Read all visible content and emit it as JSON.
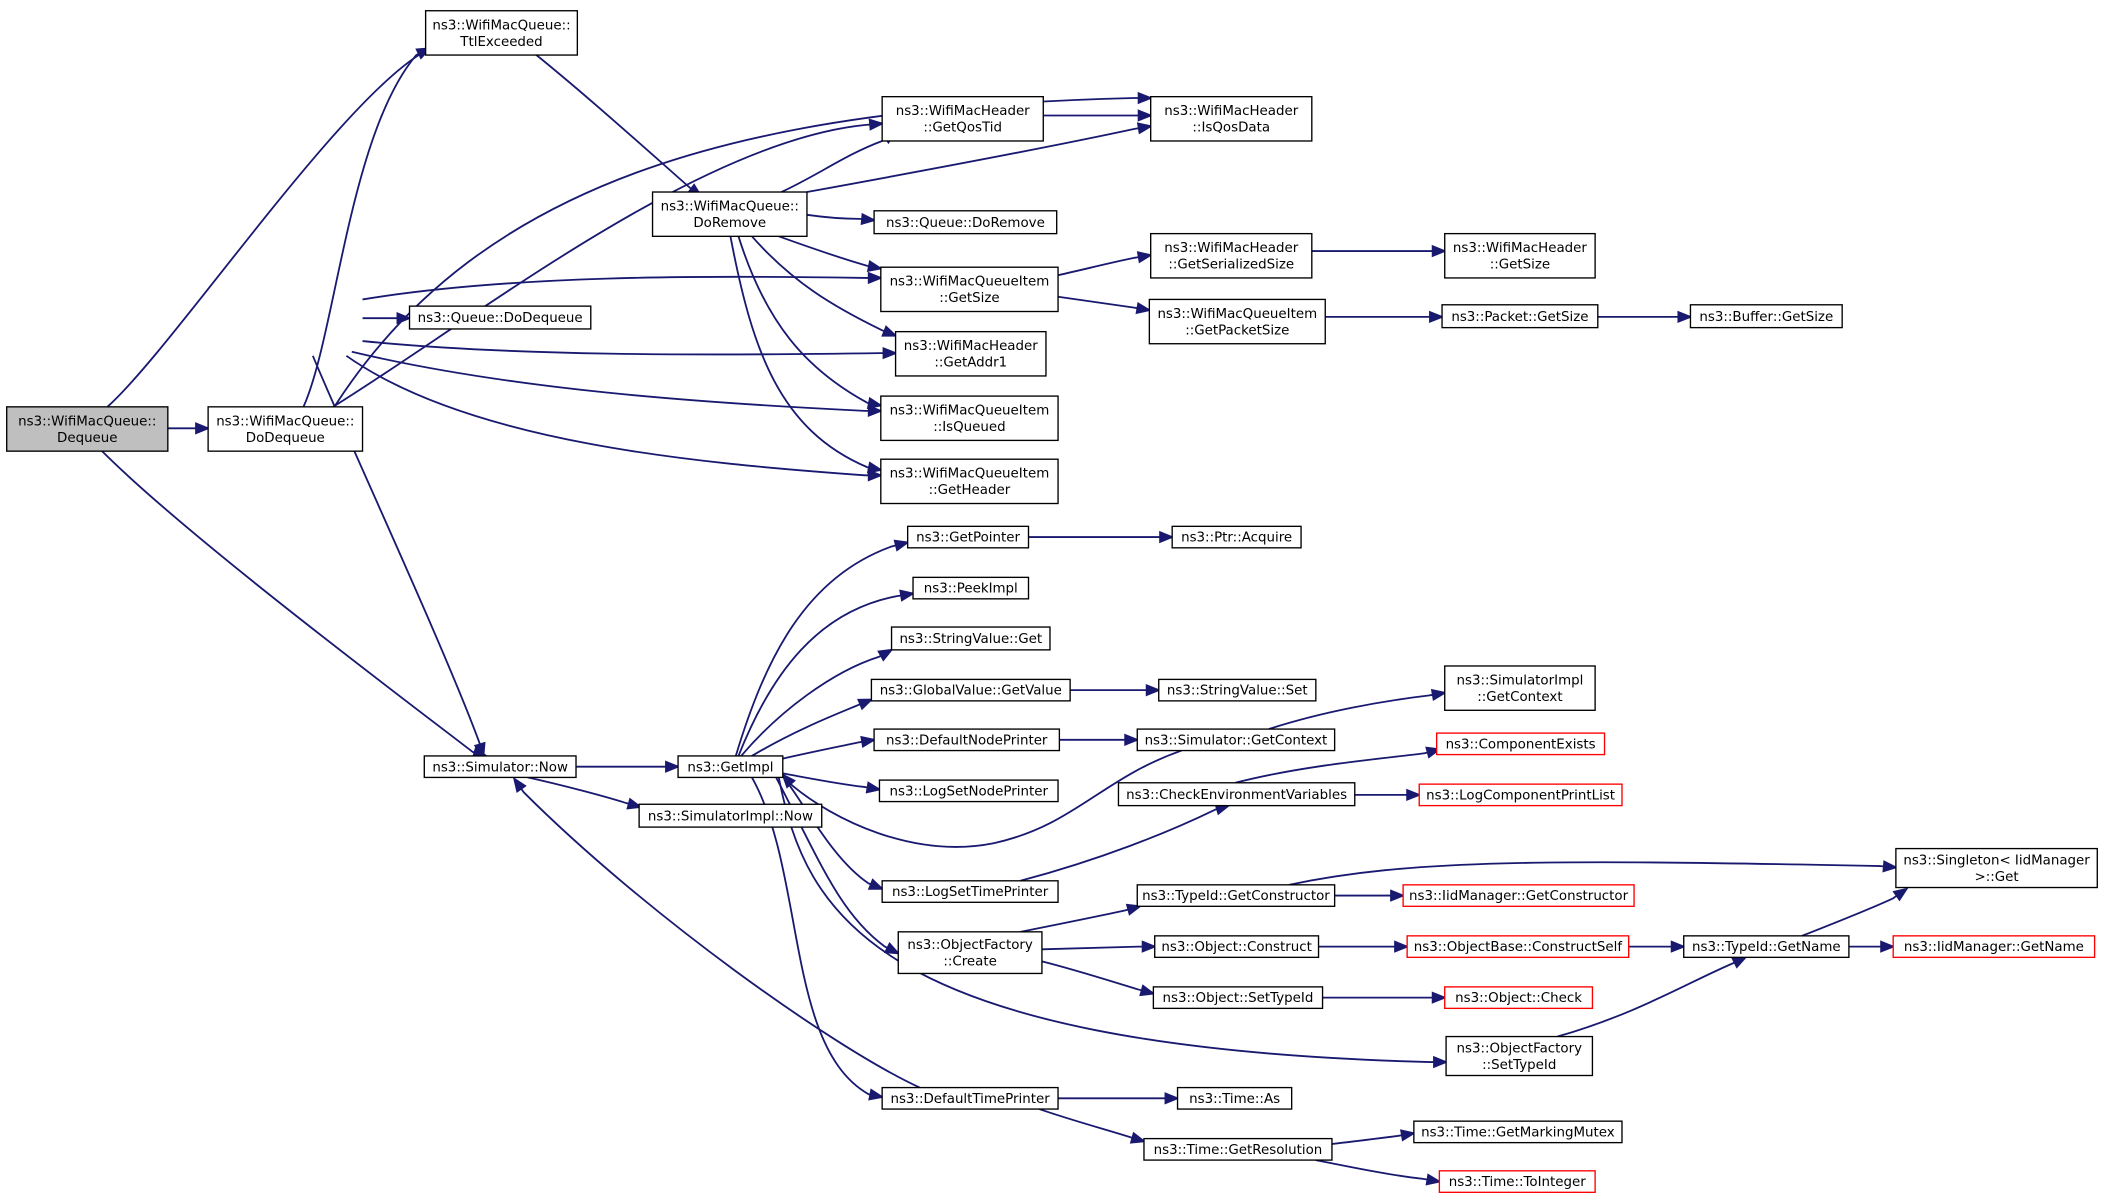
{
  "diagram": {
    "title": "Call graph",
    "nodes": [
      {
        "id": "n0",
        "lines": [
          "ns3::WifiMacQueue::",
          "Dequeue"
        ],
        "root": true
      },
      {
        "id": "n1",
        "lines": [
          "ns3::WifiMacQueue::",
          "DoDequeue"
        ]
      },
      {
        "id": "n2",
        "lines": [
          "ns3::WifiMacQueue::",
          "TtlExceeded"
        ]
      },
      {
        "id": "n3",
        "lines": [
          "ns3::Simulator::Now"
        ]
      },
      {
        "id": "n4",
        "lines": [
          "ns3::WifiMacQueue::",
          "DoRemove"
        ]
      },
      {
        "id": "n5",
        "lines": [
          "ns3::WifiMacHeader",
          "::GetQosTid"
        ]
      },
      {
        "id": "n6",
        "lines": [
          "ns3::WifiMacHeader",
          "::IsQosData"
        ]
      },
      {
        "id": "n7",
        "lines": [
          "ns3::Queue::DoRemove"
        ]
      },
      {
        "id": "n8",
        "lines": [
          "ns3::WifiMacQueueItem",
          "::GetSize"
        ]
      },
      {
        "id": "n9",
        "lines": [
          "ns3::WifiMacHeader",
          "::GetSerializedSize"
        ]
      },
      {
        "id": "n10",
        "lines": [
          "ns3::WifiMacHeader",
          "::GetSize"
        ]
      },
      {
        "id": "n11",
        "lines": [
          "ns3::WifiMacQueueItem",
          "::GetPacketSize"
        ]
      },
      {
        "id": "n12",
        "lines": [
          "ns3::Packet::GetSize"
        ]
      },
      {
        "id": "n13",
        "lines": [
          "ns3::Buffer::GetSize"
        ]
      },
      {
        "id": "n14",
        "lines": [
          "ns3::Queue::DoDequeue"
        ]
      },
      {
        "id": "n15",
        "lines": [
          "ns3::WifiMacHeader",
          "::GetAddr1"
        ]
      },
      {
        "id": "n16",
        "lines": [
          "ns3::WifiMacQueueItem",
          "::IsQueued"
        ]
      },
      {
        "id": "n17",
        "lines": [
          "ns3::WifiMacQueueItem",
          "::GetHeader"
        ]
      },
      {
        "id": "n18",
        "lines": [
          "ns3::GetImpl"
        ]
      },
      {
        "id": "n19",
        "lines": [
          "ns3::SimulatorImpl::Now"
        ]
      },
      {
        "id": "n20",
        "lines": [
          "ns3::GetPointer"
        ]
      },
      {
        "id": "n21",
        "lines": [
          "ns3::Ptr::Acquire"
        ]
      },
      {
        "id": "n22",
        "lines": [
          "ns3::PeekImpl"
        ]
      },
      {
        "id": "n23",
        "lines": [
          "ns3::StringValue::Get"
        ]
      },
      {
        "id": "n24",
        "lines": [
          "ns3::GlobalValue::GetValue"
        ]
      },
      {
        "id": "n25",
        "lines": [
          "ns3::StringValue::Set"
        ]
      },
      {
        "id": "n26",
        "lines": [
          "ns3::DefaultNodePrinter"
        ]
      },
      {
        "id": "n27",
        "lines": [
          "ns3::Simulator::GetContext"
        ]
      },
      {
        "id": "n28",
        "lines": [
          "ns3::SimulatorImpl",
          "::GetContext"
        ]
      },
      {
        "id": "n29",
        "lines": [
          "ns3::LogSetNodePrinter"
        ]
      },
      {
        "id": "n30",
        "lines": [
          "ns3::CheckEnvironmentVariables"
        ]
      },
      {
        "id": "n31",
        "lines": [
          "ns3::ComponentExists"
        ],
        "ext": true
      },
      {
        "id": "n32",
        "lines": [
          "ns3::LogComponentPrintList"
        ],
        "ext": true
      },
      {
        "id": "n33",
        "lines": [
          "ns3::LogSetTimePrinter"
        ]
      },
      {
        "id": "n34",
        "lines": [
          "ns3::TypeId::GetConstructor"
        ]
      },
      {
        "id": "n35",
        "lines": [
          "ns3::IidManager::GetConstructor"
        ],
        "ext": true
      },
      {
        "id": "n36",
        "lines": [
          "ns3::Singleton< IidManager",
          " >::Get"
        ]
      },
      {
        "id": "n37",
        "lines": [
          "ns3::ObjectFactory",
          "::Create"
        ]
      },
      {
        "id": "n38",
        "lines": [
          "ns3::Object::Construct"
        ]
      },
      {
        "id": "n39",
        "lines": [
          "ns3::ObjectBase::ConstructSelf"
        ],
        "ext": true
      },
      {
        "id": "n40",
        "lines": [
          "ns3::TypeId::GetName"
        ]
      },
      {
        "id": "n41",
        "lines": [
          "ns3::IidManager::GetName"
        ],
        "ext": true
      },
      {
        "id": "n42",
        "lines": [
          "ns3::Object::SetTypeId"
        ]
      },
      {
        "id": "n43",
        "lines": [
          "ns3::Object::Check"
        ],
        "ext": true
      },
      {
        "id": "n44",
        "lines": [
          "ns3::ObjectFactory",
          "::SetTypeId"
        ]
      },
      {
        "id": "n45",
        "lines": [
          "ns3::DefaultTimePrinter"
        ]
      },
      {
        "id": "n46",
        "lines": [
          "ns3::Time::As"
        ]
      },
      {
        "id": "n47",
        "lines": [
          "ns3::Time::GetResolution"
        ]
      },
      {
        "id": "n48",
        "lines": [
          "ns3::Time::GetMarkingMutex"
        ]
      },
      {
        "id": "n49",
        "lines": [
          "ns3::Time::ToInteger"
        ],
        "ext": true
      }
    ],
    "edges": [
      [
        "n0",
        "n1"
      ],
      [
        "n0",
        "n2"
      ],
      [
        "n0",
        "n3"
      ],
      [
        "n1",
        "n2"
      ],
      [
        "n1",
        "n14"
      ],
      [
        "n1",
        "n5"
      ],
      [
        "n1",
        "n6"
      ],
      [
        "n1",
        "n8"
      ],
      [
        "n1",
        "n15"
      ],
      [
        "n1",
        "n16"
      ],
      [
        "n1",
        "n17"
      ],
      [
        "n1",
        "n3"
      ],
      [
        "n2",
        "n4"
      ],
      [
        "n4",
        "n5"
      ],
      [
        "n4",
        "n6"
      ],
      [
        "n4",
        "n7"
      ],
      [
        "n4",
        "n8"
      ],
      [
        "n4",
        "n15"
      ],
      [
        "n4",
        "n16"
      ],
      [
        "n4",
        "n17"
      ],
      [
        "n5",
        "n6"
      ],
      [
        "n8",
        "n9"
      ],
      [
        "n8",
        "n11"
      ],
      [
        "n9",
        "n10"
      ],
      [
        "n11",
        "n12"
      ],
      [
        "n12",
        "n13"
      ],
      [
        "n3",
        "n18"
      ],
      [
        "n3",
        "n19"
      ],
      [
        "n18",
        "n20"
      ],
      [
        "n18",
        "n22"
      ],
      [
        "n18",
        "n23"
      ],
      [
        "n18",
        "n24"
      ],
      [
        "n18",
        "n26"
      ],
      [
        "n18",
        "n29"
      ],
      [
        "n18",
        "n33"
      ],
      [
        "n18",
        "n37"
      ],
      [
        "n18",
        "n44"
      ],
      [
        "n18",
        "n45"
      ],
      [
        "n20",
        "n21"
      ],
      [
        "n24",
        "n25"
      ],
      [
        "n26",
        "n27"
      ],
      [
        "n27",
        "n28"
      ],
      [
        "n27",
        "n18"
      ],
      [
        "n33",
        "n30"
      ],
      [
        "n30",
        "n31"
      ],
      [
        "n30",
        "n32"
      ],
      [
        "n37",
        "n34"
      ],
      [
        "n37",
        "n38"
      ],
      [
        "n37",
        "n42"
      ],
      [
        "n34",
        "n35"
      ],
      [
        "n34",
        "n36"
      ],
      [
        "n38",
        "n39"
      ],
      [
        "n39",
        "n40"
      ],
      [
        "n40",
        "n41"
      ],
      [
        "n40",
        "n36"
      ],
      [
        "n42",
        "n43"
      ],
      [
        "n44",
        "n40"
      ],
      [
        "n45",
        "n3"
      ],
      [
        "n45",
        "n46"
      ],
      [
        "n45",
        "n47"
      ],
      [
        "n47",
        "n48"
      ],
      [
        "n47",
        "n49"
      ]
    ]
  },
  "colors": {
    "edge": "#191970",
    "root_fill": "#bfbfbf",
    "external_border": "#ff0000"
  }
}
